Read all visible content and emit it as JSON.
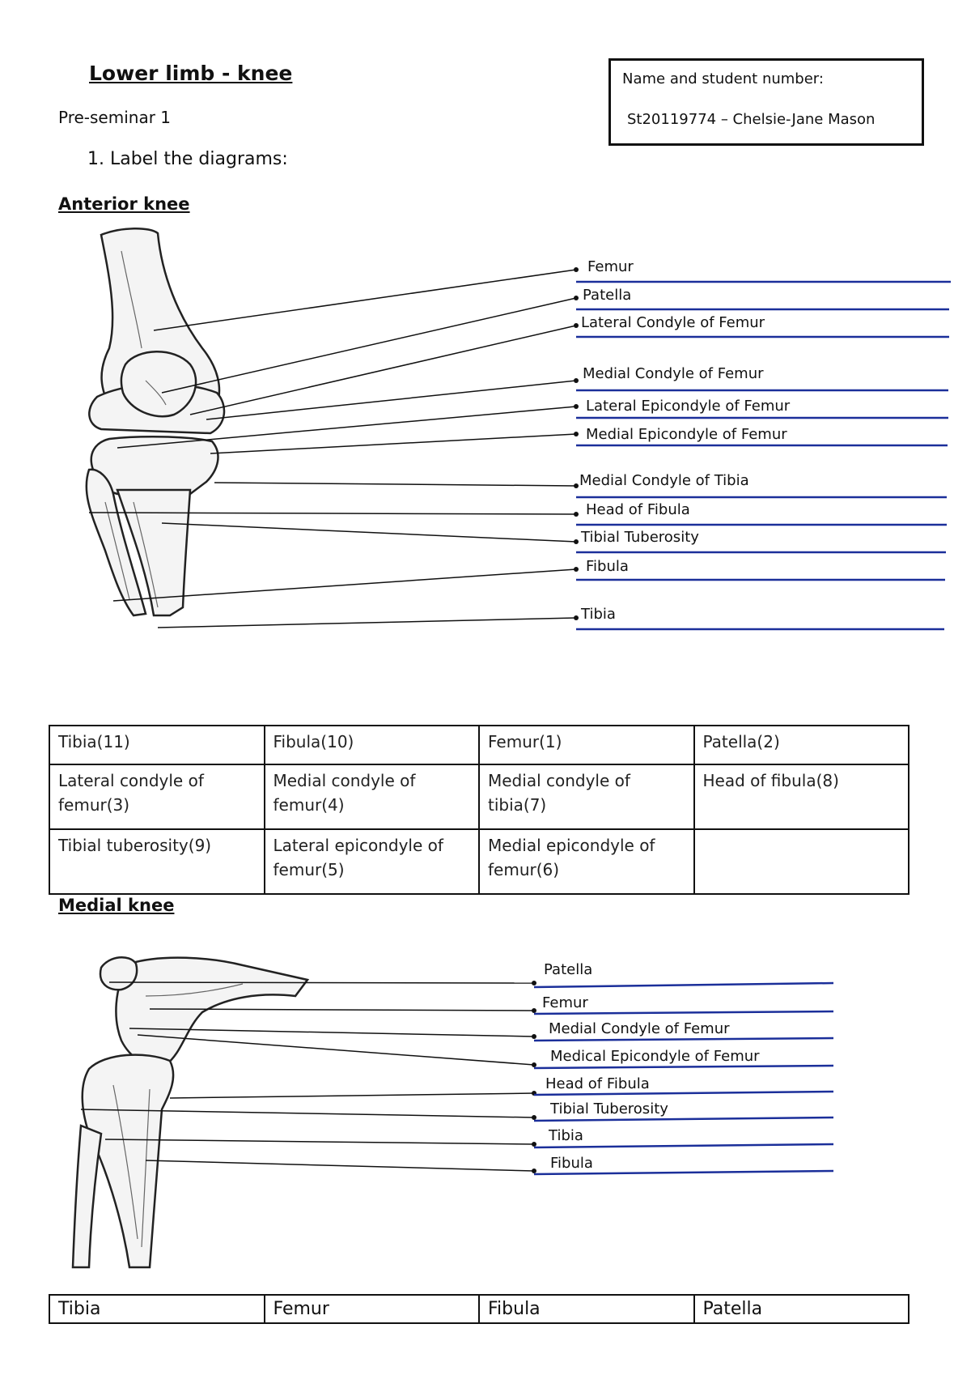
{
  "header": {
    "title": "Lower limb - knee",
    "subtitle": "Pre-seminar 1",
    "instruction": "1.  Label the diagrams:"
  },
  "name_box": {
    "label": "Name and student number:",
    "value": "St20119774 – Chelsie-Jane Mason"
  },
  "anterior": {
    "heading": "Anterior knee",
    "labels": [
      "Femur",
      "Patella",
      "Lateral Condyle of Femur",
      "Medial Condyle of Femur",
      "Lateral Epicondyle of Femur",
      "Medial Epicondyle of Femur",
      "Medial Condyle of Tibia",
      "Head of Fibula",
      "Tibial Tuberosity",
      "Fibula",
      "Tibia"
    ],
    "word_bank": [
      [
        "Tibia(11)",
        "Fibula(10)",
        "Femur(1)",
        "Patella(2)"
      ],
      [
        "Lateral condyle of femur(3)",
        "Medial condyle of femur(4)",
        "Medial condyle of tibia(7)",
        "Head of fibula(8)"
      ],
      [
        "Tibial tuberosity(9)",
        "Lateral epicondyle of femur(5)",
        "Medial epicondyle of femur(6)",
        ""
      ]
    ]
  },
  "medial": {
    "heading": "Medial knee",
    "labels": [
      "Patella",
      "Femur",
      "Medial Condyle of Femur",
      "Medical Epicondyle of Femur",
      "Head of Fibula",
      "Tibial Tuberosity",
      "Tibia",
      "Fibula"
    ],
    "word_bank": [
      "Tibia",
      "Femur",
      "Fibula",
      "Patella"
    ]
  },
  "colors": {
    "answer_line": "#1b2f9a",
    "ink": "#111111"
  },
  "icons": [
    "anterior-knee-illustration",
    "medial-knee-illustration"
  ]
}
